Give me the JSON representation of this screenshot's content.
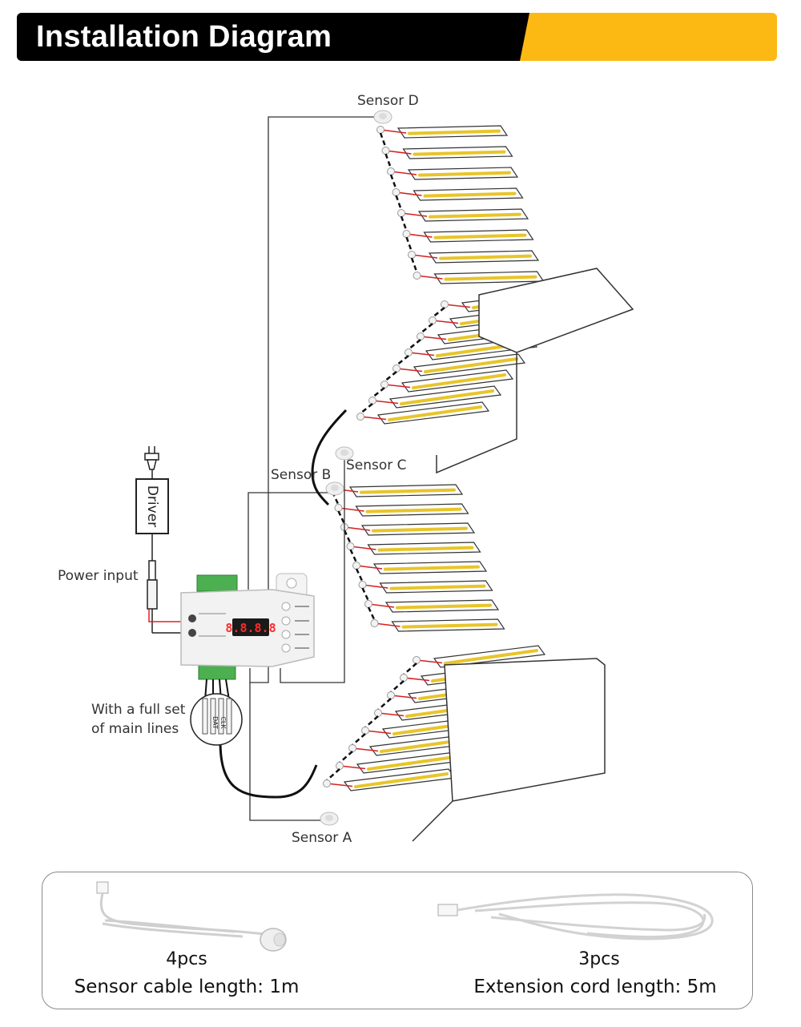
{
  "header": {
    "title": "Installation Diagram",
    "colors": {
      "dark": "#000000",
      "accent": "#FDB913"
    }
  },
  "diagram": {
    "sensor_d": "Sensor D",
    "sensor_c": "Sensor C",
    "sensor_b": "Sensor B",
    "sensor_a": "Sensor A",
    "driver": "Driver",
    "power_input": "Power input",
    "main_lines_1": "With a full set",
    "main_lines_2": "of main lines",
    "controller_display": "8.8.8.8",
    "wire_dat": "DAT",
    "wire_clk": "CLK"
  },
  "accessories": {
    "sensor_cable_qty": "4pcs",
    "sensor_cable_desc": "Sensor cable length: 1m",
    "extension_qty": "3pcs",
    "extension_desc": "Extension cord length: 5m"
  }
}
